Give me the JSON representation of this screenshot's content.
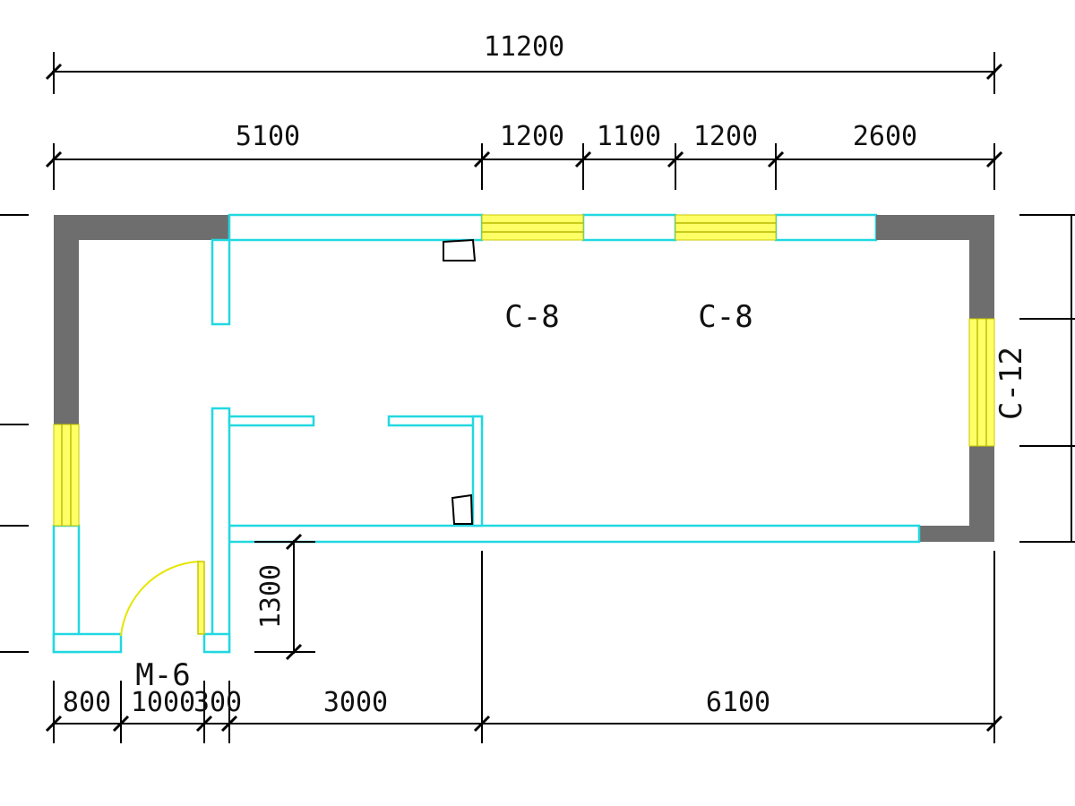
{
  "dimensions": {
    "overall_top": "11200",
    "top_segments": [
      "5100",
      "1200",
      "1100",
      "1200",
      "2600"
    ],
    "bottom_segments": [
      "800",
      "1000",
      "300",
      "3000",
      "6100"
    ],
    "vertical_inner": "1300"
  },
  "labels": {
    "window_1": "C-8",
    "window_2": "C-8",
    "window_right": "C-12",
    "door": "M-6"
  },
  "colors": {
    "wall_outline": "#22d8e0",
    "solid_wall": "#6e6e6e",
    "window": "#ffff66"
  }
}
